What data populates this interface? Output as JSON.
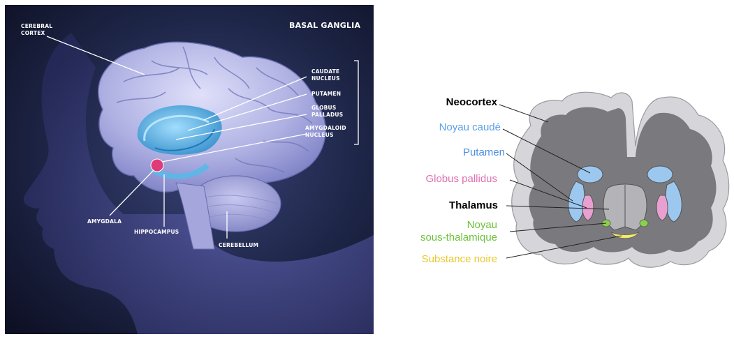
{
  "left_panel": {
    "title": "BASAL GANGLIA",
    "labels": [
      {
        "key": "cerebral_cortex",
        "lines": [
          "CEREBRAL",
          "CORTEX"
        ]
      },
      {
        "key": "caudate_nucleus",
        "lines": [
          "CAUDATE",
          "NUCLEUS"
        ]
      },
      {
        "key": "putamen",
        "lines": [
          "PUTAMEN"
        ]
      },
      {
        "key": "globus_palladus",
        "lines": [
          "GLOBUS",
          "PALLADUS"
        ]
      },
      {
        "key": "amygdaloid_nucleus",
        "lines": [
          "AMYGDALOID",
          "NUCLEUS"
        ]
      },
      {
        "key": "amygdala",
        "lines": [
          "AMYGDALA"
        ]
      },
      {
        "key": "hippocampus",
        "lines": [
          "HIPPOCAMPUS"
        ]
      },
      {
        "key": "cerebellum",
        "lines": [
          "CEREBELLUM"
        ]
      }
    ]
  },
  "right_panel": {
    "labels": [
      {
        "key": "neocortex",
        "text": "Neocortex",
        "color": "#000000"
      },
      {
        "key": "noyau_caude",
        "text": "Noyau caudé",
        "color": "#5aa0e8"
      },
      {
        "key": "putamen",
        "text": "Putamen",
        "color": "#4a8ee0"
      },
      {
        "key": "globus_pallidus",
        "text": "Globus pallidus",
        "color": "#e070b0"
      },
      {
        "key": "thalamus",
        "text": "Thalamus",
        "color": "#000000"
      },
      {
        "key": "noyau_sous_thalamique",
        "lines": [
          "Noyau",
          "sous-thalamique"
        ],
        "color": "#6cc23a"
      },
      {
        "key": "substance_noire",
        "text": "Substance noire",
        "color": "#e8c830"
      }
    ]
  },
  "colors": {
    "left_background": "#1c2240",
    "brain": "#b8b8e8",
    "basal_ganglia": "#5ab8e8",
    "amygdala": "#e03a78",
    "cortex_outer": "#d6d6da",
    "cortex_inner": "#7a7a7e",
    "caudate": "#9cc8f0",
    "pallidus": "#e8a0d0",
    "subthalamic": "#8ad04a",
    "substantia_nigra": "#f0e870"
  }
}
